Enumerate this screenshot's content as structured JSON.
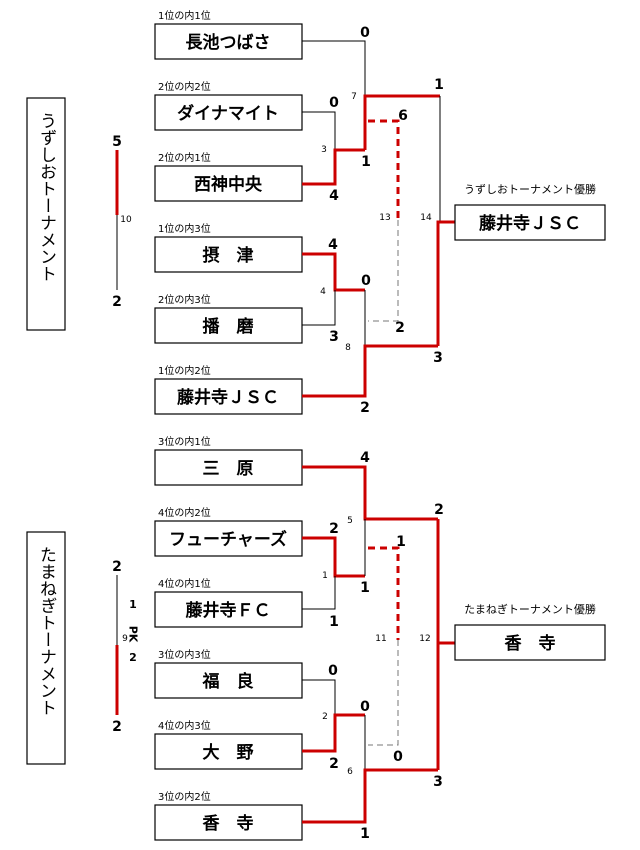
{
  "uzushio": {
    "title": "うずしおトーナメント",
    "teams": [
      {
        "seed": "1位の内1位",
        "name": "長池つばさ"
      },
      {
        "seed": "2位の内2位",
        "name": "ダイナマイト"
      },
      {
        "seed": "2位の内1位",
        "name": "西神中央"
      },
      {
        "seed": "1位の内3位",
        "name": "摂　津"
      },
      {
        "seed": "2位の内3位",
        "name": "播　磨"
      },
      {
        "seed": "1位の内2位",
        "name": "藤井寺ＪＳＣ"
      }
    ],
    "champion_label": "うずしおトーナメント優勝",
    "champion": "藤井寺ＪＳＣ",
    "match_numbers": {
      "m3": "3",
      "m4": "4",
      "m7": "7",
      "m8": "8",
      "m10": "10",
      "m13": "13",
      "m14": "14"
    },
    "scores": {
      "m3_a": "0",
      "m3_b": "4",
      "m4_a": "4",
      "m4_b": "3",
      "m7_a": "0",
      "m7_b": "1",
      "m8_a": "0",
      "m8_b": "2",
      "m13_a": "6",
      "m13_b": "2",
      "m14_a": "1",
      "m14_b": "3",
      "m10_a": "5",
      "m10_b": "2"
    }
  },
  "tamanegi": {
    "title": "たまねぎトーナメント",
    "teams": [
      {
        "seed": "3位の内1位",
        "name": "三　原"
      },
      {
        "seed": "4位の内2位",
        "name": "フューチャーズ"
      },
      {
        "seed": "4位の内1位",
        "name": "藤井寺ＦＣ"
      },
      {
        "seed": "3位の内3位",
        "name": "福　良"
      },
      {
        "seed": "4位の内3位",
        "name": "大　野"
      },
      {
        "seed": "3位の内2位",
        "name": "香　寺"
      }
    ],
    "champion_label": "たまねぎトーナメント優勝",
    "champion": "香　寺",
    "match_numbers": {
      "m1": "1",
      "m2": "2",
      "m5": "5",
      "m6": "6",
      "m9": "9",
      "m11": "11",
      "m12": "12"
    },
    "scores": {
      "m1_a": "2",
      "m1_b": "1",
      "m2_a": "0",
      "m2_b": "2",
      "m5_a": "4",
      "m5_b": "1",
      "m6_a": "0",
      "m6_b": "1",
      "m11_a": "1",
      "m11_b": "0",
      "m12_a": "2",
      "m12_b": "3",
      "m9_a": "2",
      "m9_b": "2"
    },
    "pk": {
      "a": "1",
      "label": "PK",
      "b": "2"
    }
  },
  "colors": {
    "winner": "#cc0000",
    "line": "#000000",
    "dashed": "#777777"
  }
}
